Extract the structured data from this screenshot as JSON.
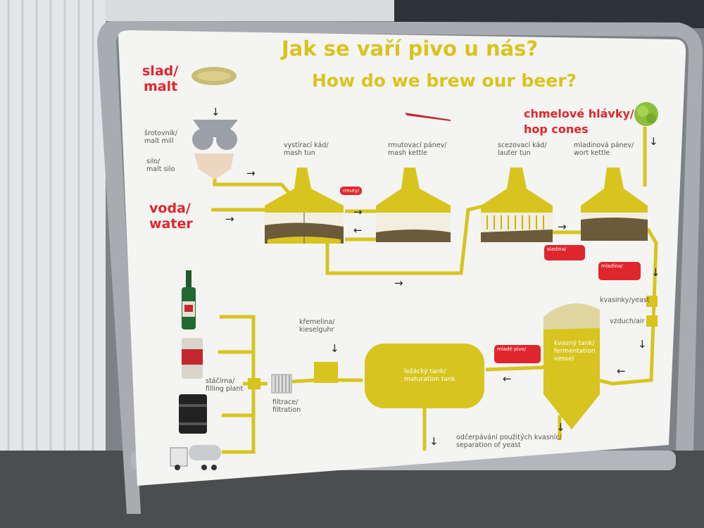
{
  "colors": {
    "accent_yellow": "#d8c41e",
    "brand_red": "#e0262d",
    "board_white": "#f4f4f2",
    "frame_metal": "#a8acb0"
  },
  "title": {
    "czech": "Jak se vaří pivo u nás?",
    "english": "How do we brew our beer?"
  },
  "ingredients": {
    "malt": {
      "czech": "slad/",
      "english": "malt"
    },
    "water": {
      "czech": "voda/",
      "english": "water"
    },
    "hops": {
      "czech": "chmelové hlávky/",
      "english": "hop cones"
    }
  },
  "equipment": {
    "malt_mill": {
      "czech": "šrotovník/",
      "english": "malt mill"
    },
    "silo": {
      "czech": "silo/",
      "english": "malt silo"
    },
    "mash_tun": {
      "czech": "vystírací kád/",
      "english": "mash tun"
    },
    "mash_kettle": {
      "czech": "rmutovací pánev/",
      "english": "mash kettle"
    },
    "lauter_tun": {
      "czech": "scezovací kád/",
      "english": "lauter tun"
    },
    "wort_kettle": {
      "czech": "mladinová pánev/",
      "english": "wort kettle"
    },
    "yeast": {
      "czech": "kvasinky/yeast"
    },
    "air": {
      "czech": "vzduch/air"
    },
    "fermentation": {
      "czech": "kvasný tank/",
      "english": "fermentation",
      "english2": "vessel"
    },
    "maturation": {
      "czech": "ležácký tank/",
      "english": "maturation tank"
    },
    "kieselguhr": {
      "czech": "křemelina/",
      "english": "kieselguhr"
    },
    "filtration": {
      "czech": "filtrace/",
      "english": "filtration"
    },
    "filling": {
      "czech": "stáčírna/",
      "english": "filling plant"
    },
    "yeast_separation": {
      "czech": "odčerpávání použitých kvasnic/",
      "english": "separation of yeast"
    }
  },
  "pills": {
    "mash": "rmuty/",
    "sweet_wort": "sladina/",
    "wort": "mladina/",
    "young_beer": "mladé pivo/"
  },
  "icons": [
    "malt-grain-icon",
    "hop-cone-icon",
    "beer-bottle-icon",
    "beer-can-icon",
    "beer-keg-icon",
    "tanker-truck-icon"
  ]
}
